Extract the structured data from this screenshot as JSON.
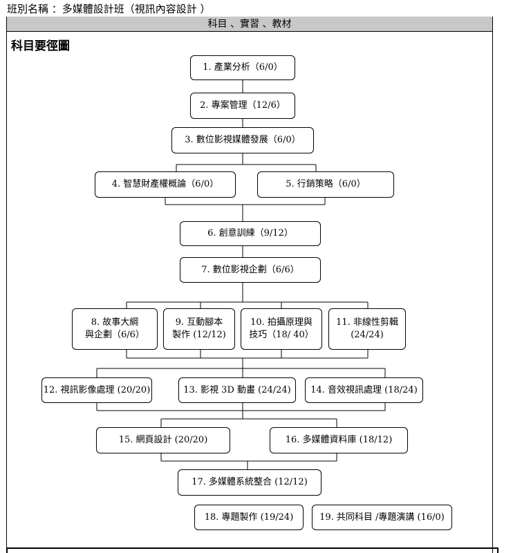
{
  "class_name": "班別名稱 ：多媒體設計班（視訊內容設計 ）",
  "header": {
    "title": "科目 、實習 、教材"
  },
  "section_title": "科目要徑圖",
  "nodes": {
    "n1": "1. 產業分析（6/0）",
    "n2": "2. 專案管理（12/6）",
    "n3": "3. 數位影視媒體發展（6/0）",
    "n4": "4. 智慧財產權概論（6/0）",
    "n5": "5. 行銷策略（6/0）",
    "n6": "6. 創意訓練（9/12）",
    "n7": "7.   數位影視企劃（6/6）",
    "n8": "8. 故事大綱\n與企劃（6/6）",
    "n9": "9. 互動腳本\n製作 (12/12)",
    "n10": "10. 拍攝原理與\n技巧（18/ 40）",
    "n11": "11. 非線性剪輯\n(24/24)",
    "n12": "12. 視訊影像處理 (20/20)",
    "n13": "13. 影視  3D  動畫 (24/24)",
    "n14": "14. 音效視訊處理 (18/24)",
    "n15": "15. 網頁設計 (20/20)",
    "n16": "16. 多媒體資料庫 (18/12)",
    "n17": "17. 多媒體系統整合 (12/12)",
    "n18": "18. 專題製作 (19/24)",
    "n19": "19. 共同科目 /專題演講 (16/0)"
  }
}
